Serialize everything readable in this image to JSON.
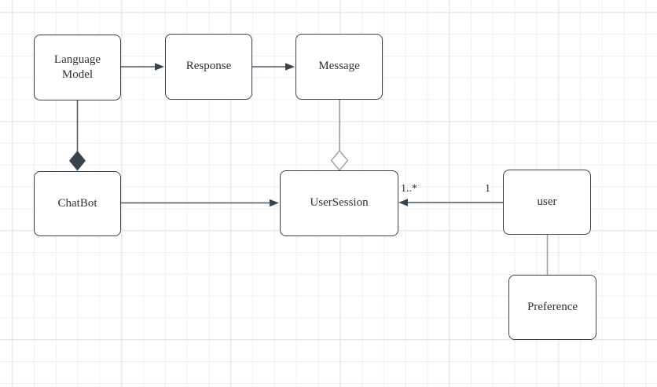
{
  "diagram": {
    "type": "uml-class-diagram",
    "nodes": [
      {
        "id": "language-model",
        "label": "Language Model"
      },
      {
        "id": "response",
        "label": "Response"
      },
      {
        "id": "message",
        "label": "Message"
      },
      {
        "id": "chatbot",
        "label": "ChatBot"
      },
      {
        "id": "user-session",
        "label": "UserSession"
      },
      {
        "id": "user",
        "label": "user"
      },
      {
        "id": "preference",
        "label": "Preference"
      }
    ],
    "edges": [
      {
        "from": "Language Model",
        "to": "Response",
        "type": "directed-arrow"
      },
      {
        "from": "Response",
        "to": "Message",
        "type": "directed-arrow"
      },
      {
        "from": "Language Model",
        "to": "ChatBot",
        "type": "composition",
        "diamond": "filled",
        "diamond_at": "ChatBot"
      },
      {
        "from": "Message",
        "to": "UserSession",
        "type": "aggregation",
        "diamond": "hollow",
        "diamond_at": "UserSession"
      },
      {
        "from": "ChatBot",
        "to": "UserSession",
        "type": "directed-arrow"
      },
      {
        "from": "user",
        "to": "UserSession",
        "type": "directed-arrow",
        "source_label": "1",
        "target_label": "1..*"
      },
      {
        "from": "user",
        "to": "Preference",
        "type": "plain-line"
      }
    ],
    "colors": {
      "canvas_background": "#FFFFFF",
      "grid_minor": "#EFEFF1",
      "grid_major": "#E0E2E4",
      "node_fill": "#FFFFFF",
      "node_border": "#39434E",
      "text": "#2B3136",
      "connector_dark": "#4E5660",
      "connector_gray": "#A0A4A8"
    }
  }
}
